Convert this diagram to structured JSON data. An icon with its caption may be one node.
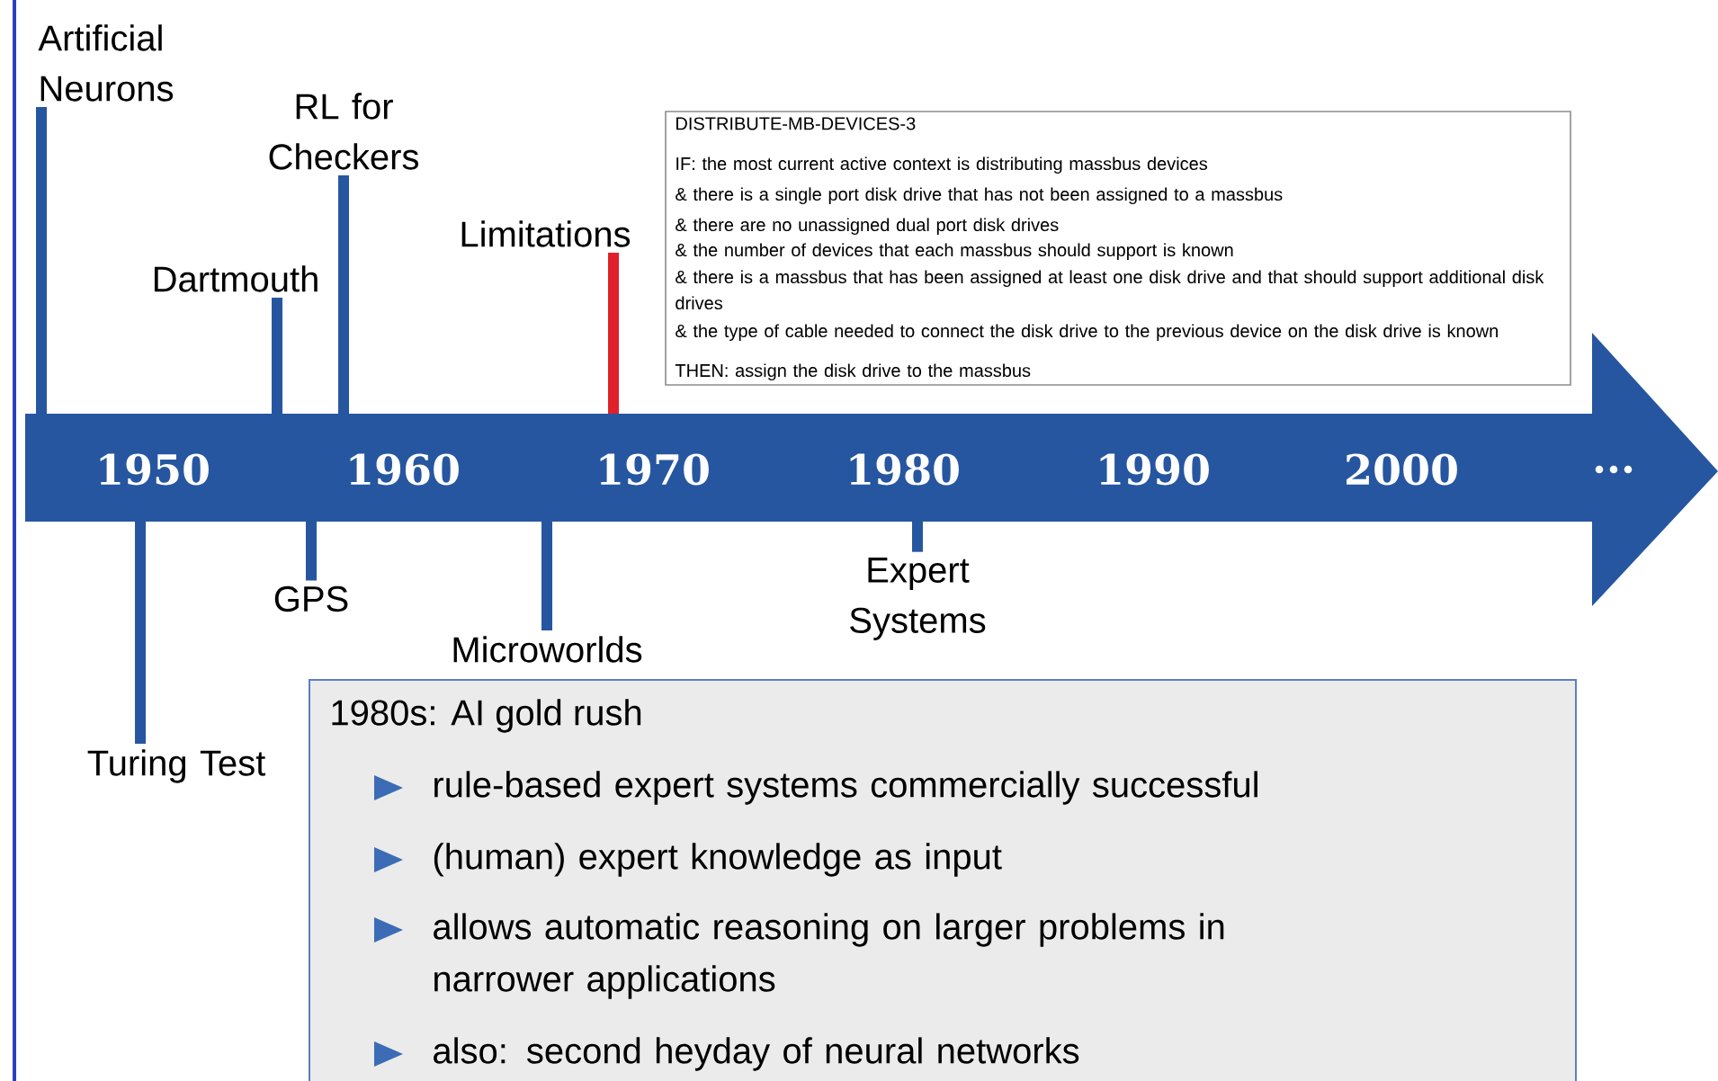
{
  "diagram": {
    "nodes": [
      {
        "text": [
          "1950",
          "1960",
          "1970",
          "1980",
          "1990",
          "2000",
          "..."
        ]
      },
      {
        "text": [
          "Artificial Neurons"
        ]
      },
      {
        "text": [
          "Dartmouth"
        ]
      },
      {
        "text": [
          "RL for Checkers"
        ]
      },
      {
        "text": [
          "Limitations"
        ]
      },
      {
        "text": [
          "Turing Test"
        ]
      },
      {
        "text": [
          "GPS"
        ]
      },
      {
        "text": [
          "Microworlds"
        ]
      },
      {
        "text": [
          "Expert Systems"
        ]
      },
      {
        "text": [
          "DISTRIBUTE-MB-DEVICES-3",
          "IF: the most current active context is distributing massbus devices",
          "& there is a single port disk drive that has not been assigned to a massbus",
          "& there are no unassigned dual port disk drives",
          "& the number of devices that each massbus should support is known",
          "& there is a massbus that has been assigned at least one disk drive and that should support additional disk drives",
          "& the type of cable needed to connect the disk drive to the previous device on the disk drive is known",
          "THEN: assign the disk drive to the massbus"
        ]
      },
      {
        "text": [
          "1980s: AI gold rush",
          "rule-based expert systems commercially successful",
          "(human) expert knowledge as input",
          "allows automatic reasoning on larger problems in narrower applications",
          "also: second heyday of neural networks"
        ]
      }
    ],
    "edges": [
      {
        "from": 1,
        "to": 0,
        "arrow": "none"
      },
      {
        "from": 2,
        "to": 0,
        "arrow": "none"
      },
      {
        "from": 3,
        "to": 0,
        "arrow": "none"
      },
      {
        "from": 4,
        "to": 0,
        "arrow": "none",
        "color": "#e0202a"
      },
      {
        "from": 5,
        "to": 0,
        "arrow": "none"
      },
      {
        "from": 6,
        "to": 0,
        "arrow": "none"
      },
      {
        "from": 7,
        "to": 0,
        "arrow": "none"
      },
      {
        "from": 8,
        "to": 0,
        "arrow": "none"
      }
    ]
  }
}
